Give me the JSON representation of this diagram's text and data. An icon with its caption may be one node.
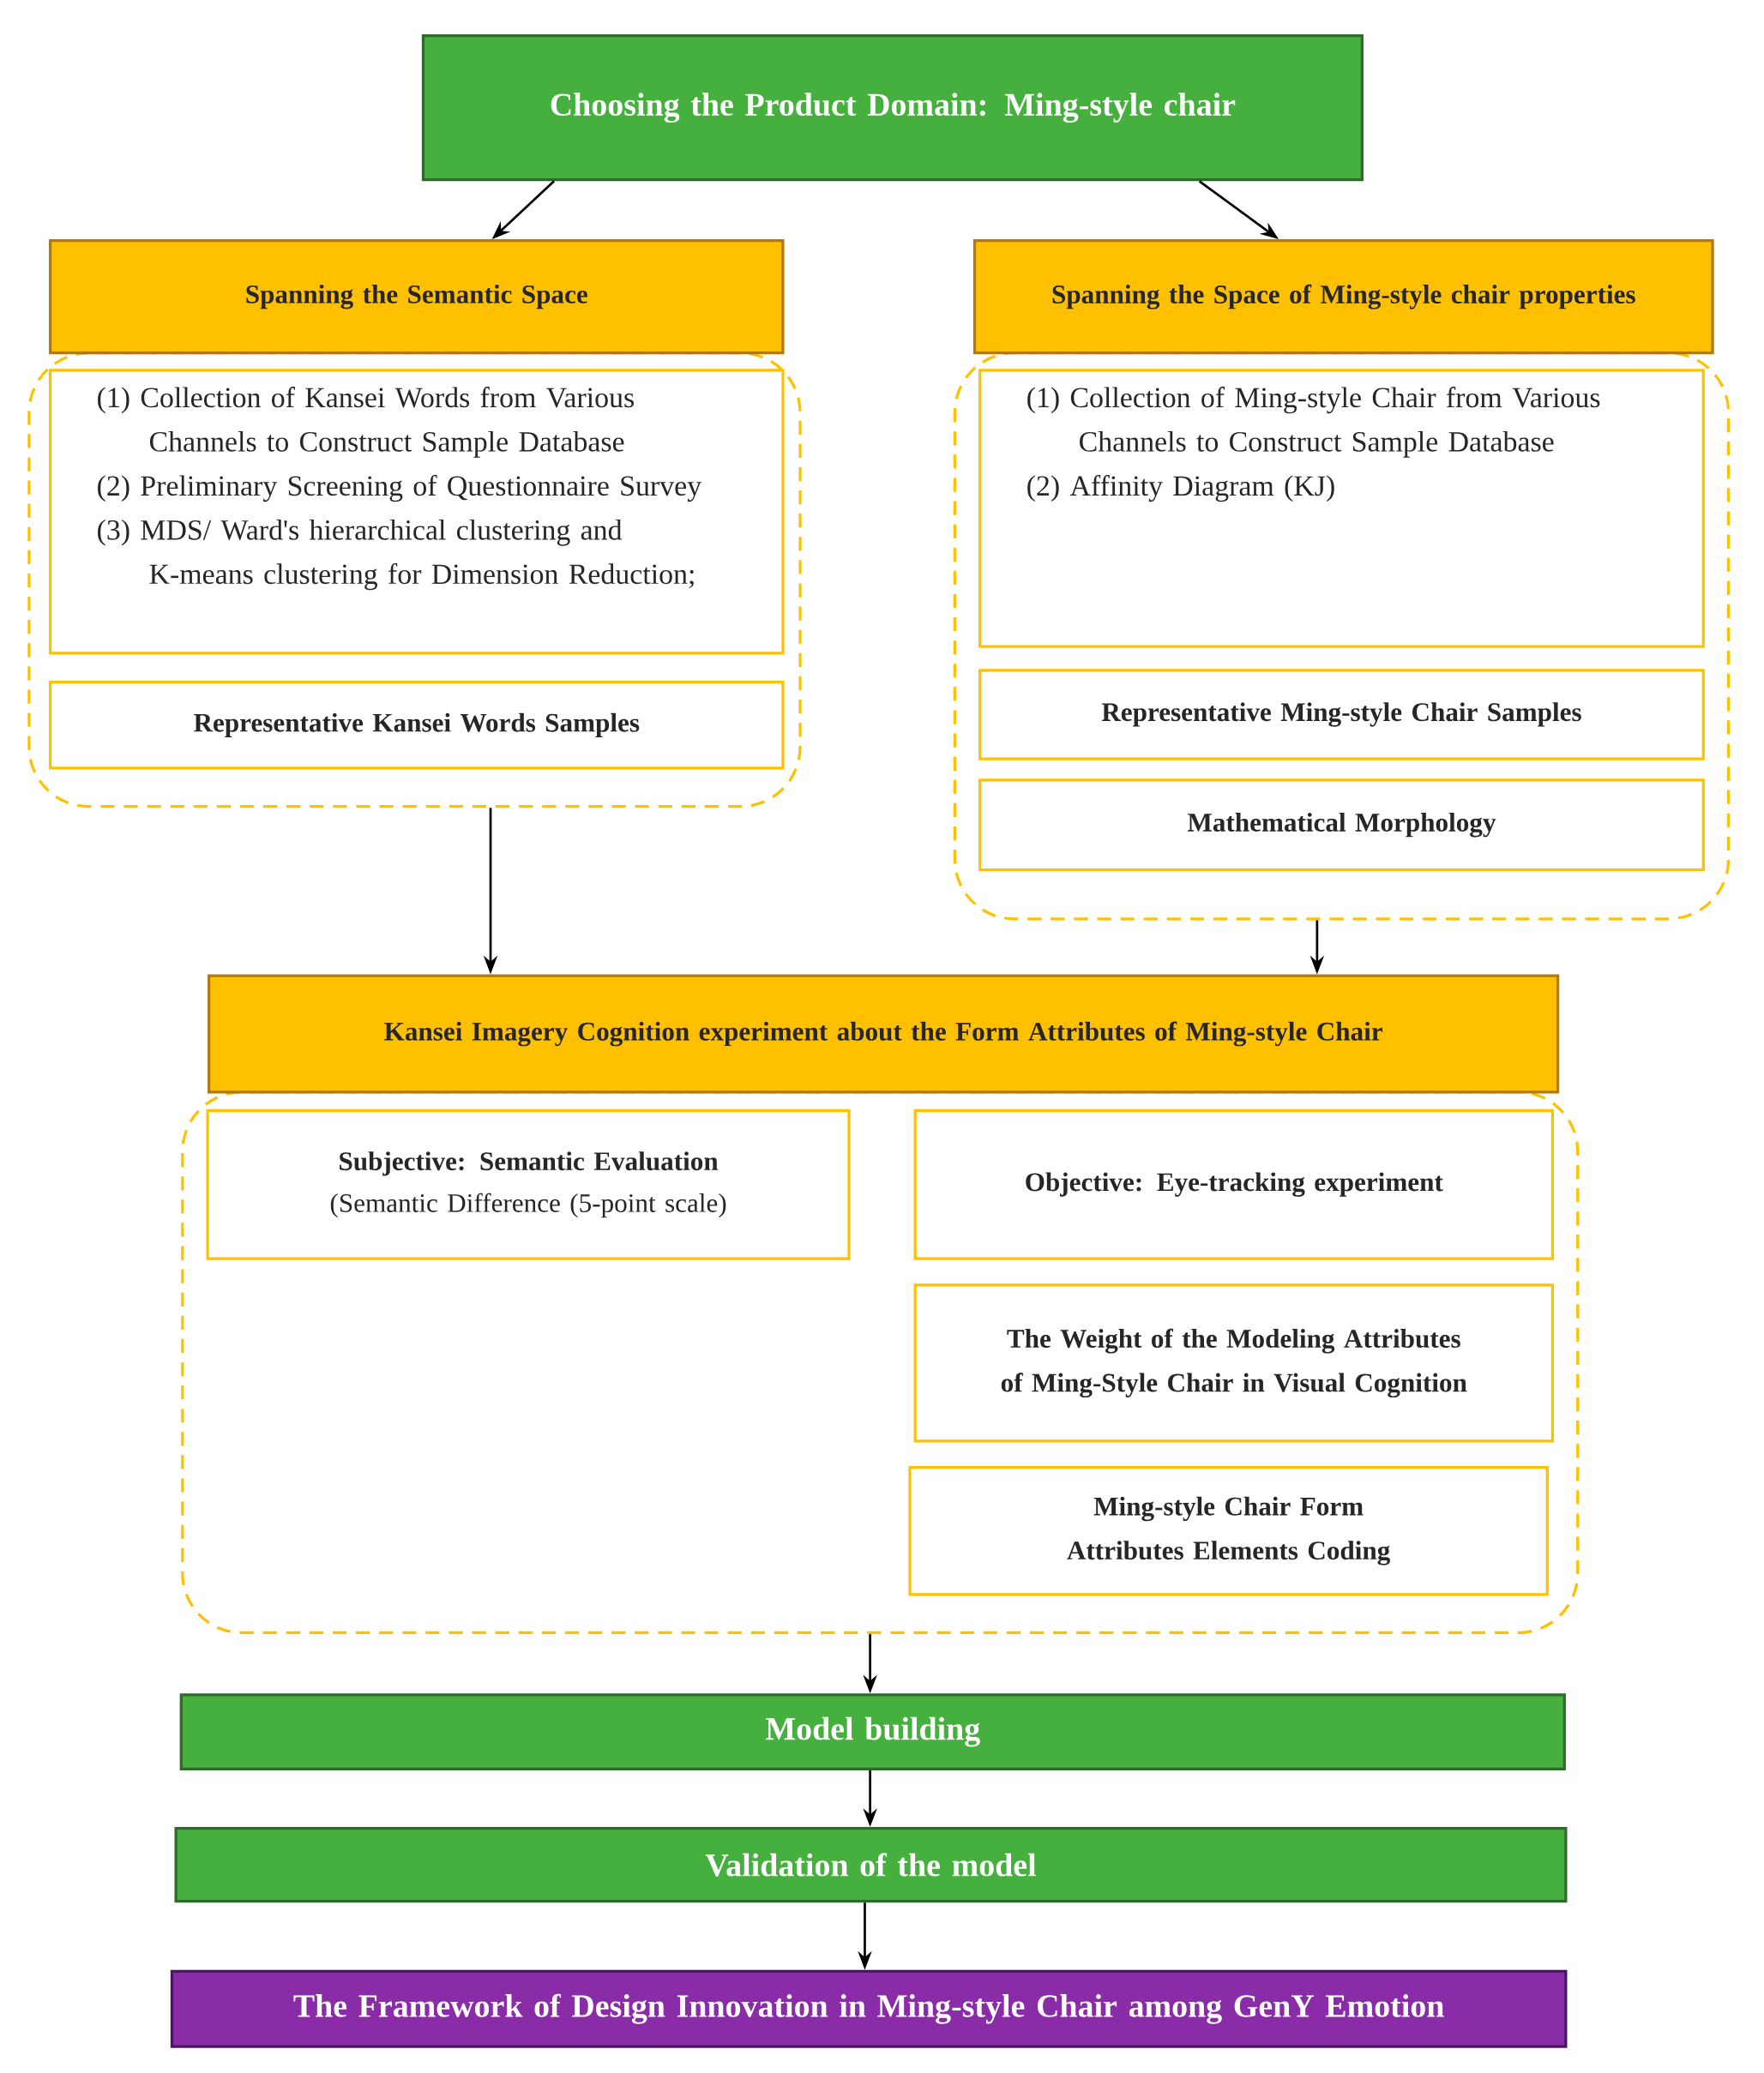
{
  "diagram": {
    "nodes": [
      {
        "text": [
          "Choosing the Product Domain: Ming-style chair"
        ]
      },
      {
        "text": [
          "Spanning the Semantic Space"
        ]
      },
      {
        "text": [],
        "shape": "box"
      },
      {
        "text": [
          "(1) Collection of Kansei Words from Various Channels to Construct Sample Database",
          "(2) Preliminary Screening of Questionnaire Survey",
          "(3) MDS/ Ward's hierarchical clustering and K-means clustering for Dimension Reduction;"
        ],
        "in": 2
      },
      {
        "text": [
          "Representative Kansei Words Samples"
        ],
        "in": 2
      },
      {
        "text": [
          "Spanning the Space of Ming-style chair properties"
        ]
      },
      {
        "text": [],
        "shape": "box"
      },
      {
        "text": [
          "(1) Collection of Ming-style Chair from Various Channels to Construct Sample Database",
          "(2) Affinity Diagram (KJ)"
        ],
        "in": 6
      },
      {
        "text": [
          "Representative Ming-style Chair Samples"
        ],
        "in": 6
      },
      {
        "text": [
          "Mathematical Morphology"
        ],
        "in": 6
      },
      {
        "text": [
          "Kansei Imagery Cognition experiment about the Form Attributes of Ming-style Chair"
        ]
      },
      {
        "text": [],
        "shape": "box"
      },
      {
        "text": [
          "Subjective: Semantic Evaluation",
          "(Semantic Difference (5-point scale)"
        ],
        "in": 11
      },
      {
        "text": [
          "Objective: Eye-tracking experiment"
        ],
        "in": 11
      },
      {
        "text": [
          "The Weight of the Modeling Attributes of Ming-Style Chair in Visual Cognition"
        ],
        "in": 11
      },
      {
        "text": [
          "Ming-style Chair Form Attributes Elements Coding"
        ],
        "in": 11
      },
      {
        "text": [
          "Model building"
        ]
      },
      {
        "text": [
          "Validation of the model"
        ]
      },
      {
        "text": [
          "The Framework of Design Innovation in Ming-style Chair among GenY Emotion"
        ]
      }
    ],
    "edges": [
      {
        "from": 0,
        "to": 1,
        "arrow": "to"
      },
      {
        "from": 0,
        "to": 5,
        "arrow": "to"
      },
      {
        "from": 2,
        "to": 10,
        "arrow": "to"
      },
      {
        "from": 6,
        "to": 10,
        "arrow": "to"
      },
      {
        "from": 11,
        "to": 16,
        "arrow": "to"
      },
      {
        "from": 16,
        "to": 17,
        "arrow": "to"
      },
      {
        "from": 17,
        "to": 18,
        "arrow": "to"
      }
    ]
  }
}
